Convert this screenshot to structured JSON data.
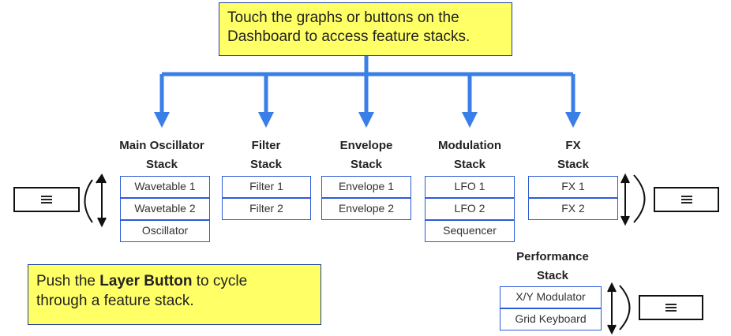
{
  "top_note": {
    "line1": "Touch the graphs or buttons on the",
    "line2": "Dashboard to access feature stacks."
  },
  "bottom_note": {
    "prefix": "Push the ",
    "bold": "Layer Button",
    "suffix": " to cycle",
    "line2": "through a feature stack."
  },
  "stacks": {
    "main_osc": {
      "title1": "Main Oscillator",
      "title2": "Stack",
      "items": [
        "Wavetable  1",
        "Wavetable 2",
        "Oscillator"
      ]
    },
    "filter": {
      "title1": "Filter",
      "title2": "Stack",
      "items": [
        "Filter 1",
        "Filter 2"
      ]
    },
    "envelope": {
      "title1": "Envelope",
      "title2": "Stack",
      "items": [
        "Envelope 1",
        "Envelope 2"
      ]
    },
    "modulation": {
      "title1": "Modulation",
      "title2": "Stack",
      "items": [
        "LFO 1",
        "LFO 2",
        "Sequencer"
      ]
    },
    "fx": {
      "title1": "FX",
      "title2": "Stack",
      "items": [
        "FX 1",
        "FX 2"
      ]
    },
    "performance": {
      "title1": "Performance",
      "title2": "Stack",
      "items": [
        "X/Y Modulator",
        "Grid Keyboard"
      ]
    }
  },
  "colors": {
    "arrow_blue": "#3a7ee8",
    "note_yellow": "#ffff66",
    "border_blue": "#2d5bd6"
  },
  "icons": {
    "layer_button": "menu-icon",
    "cycle_arrow": "curved-double-arrow-icon"
  }
}
